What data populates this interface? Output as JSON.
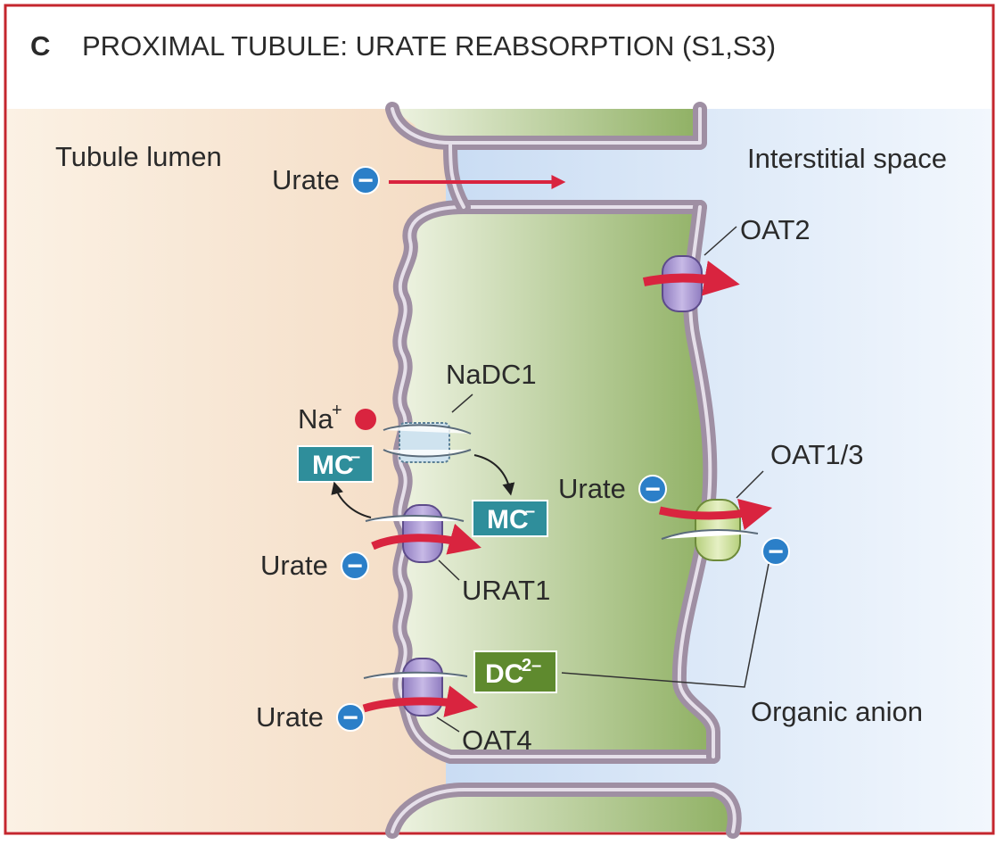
{
  "header": {
    "panel_letter": "C",
    "title": "PROXIMAL TUBULE: URATE REABSORPTION (S1,S3)"
  },
  "regions": {
    "lumen": "Tubule lumen",
    "interstitium": "Interstitial space"
  },
  "transporters": {
    "oat2": "OAT2",
    "nadc1": "NaDC1",
    "oat13": "OAT1/3",
    "urat1": "URAT1",
    "oat4": "OAT4"
  },
  "ions": {
    "urate": "Urate",
    "sodium": "Na",
    "sodium_charge": "+",
    "minus_symbol": "−",
    "mc_box": "MC",
    "mc_charge": "–",
    "dc_box": "DC",
    "dc_charge": "2–",
    "organic_anion": "Organic anion"
  },
  "colors": {
    "frame": "#c4262e",
    "lumen": "#f7e6d2",
    "cell": "#bfd3a4",
    "interstitium": "#dce9f8",
    "membrane": "#9f8fa3",
    "arrow_red": "#d9243f",
    "anion_blue": "#2b7fc8",
    "mc_box": "#2f8e9b",
    "dc_box": "#5f8a2e",
    "purple_transporter": "#b3a3d6",
    "green_transporter": "#cfe1a2",
    "sodium_red": "#d9243f"
  }
}
